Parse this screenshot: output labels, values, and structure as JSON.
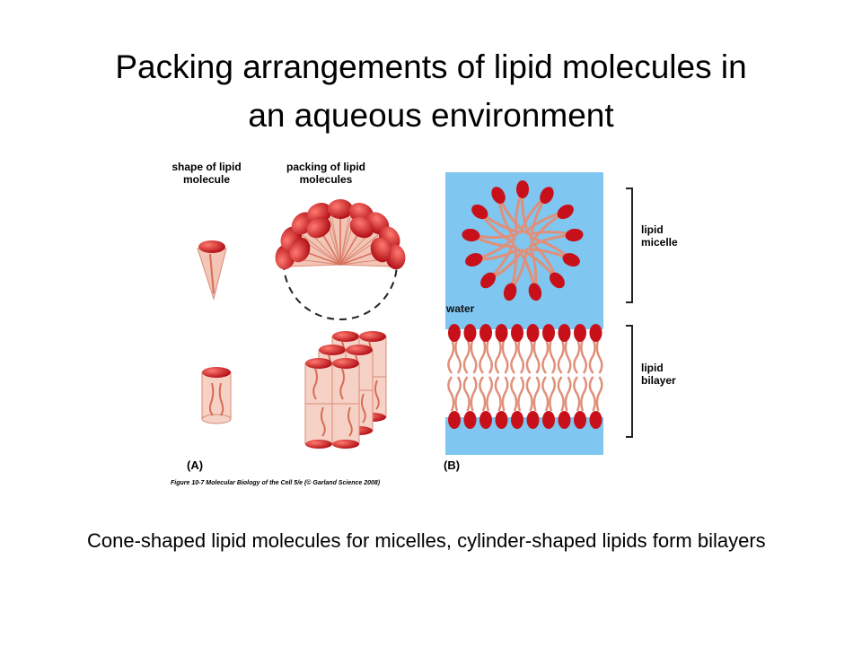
{
  "title": {
    "line1": "Packing arrangements of lipid molecules in",
    "line2": "an aqueous environment"
  },
  "figure": {
    "panel_a": {
      "label": "(A)",
      "col1_header_l1": "shape of lipid",
      "col1_header_l2": "molecule",
      "col2_header_l1": "packing of lipid",
      "col2_header_l2": "molecules"
    },
    "panel_b": {
      "label": "(B)",
      "water_label": "water",
      "micelle_label_l1": "lipid",
      "micelle_label_l2": "micelle",
      "bilayer_label_l1": "lipid",
      "bilayer_label_l2": "bilayer"
    },
    "caption": "Figure 10-7  Molecular Biology of the Cell 5/e (© Garland Science 2008)",
    "colors": {
      "water": "#7fc6f0",
      "head": "#c8101a",
      "tail": "#e0907a",
      "cylinder": "#f6d2c6"
    }
  },
  "note": "Cone-shaped lipid molecules for micelles, cylinder-shaped lipids form bilayers"
}
